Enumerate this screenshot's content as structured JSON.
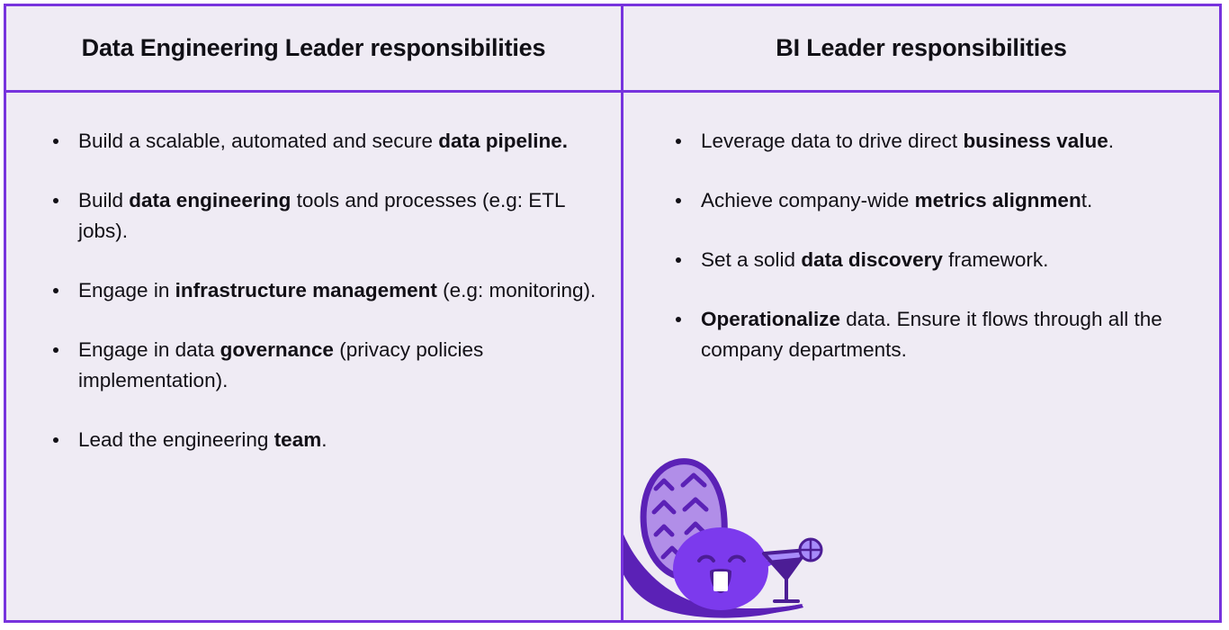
{
  "table": {
    "columns": [
      {
        "id": "data-engineering-leader",
        "header": "Data Engineering Leader responsibilities",
        "bullets": [
          {
            "id": "build-scalable-pipeline",
            "parts": [
              {
                "text": "Build a scalable, automated and secure ",
                "bold": false
              },
              {
                "text": "data pipeline.",
                "bold": true
              }
            ]
          },
          {
            "id": "build-de-tools",
            "parts": [
              {
                "text": "Build ",
                "bold": false
              },
              {
                "text": "data engineering",
                "bold": true
              },
              {
                "text": " tools and processes (e.g: ETL jobs).",
                "bold": false
              }
            ]
          },
          {
            "id": "infrastructure-management",
            "parts": [
              {
                "text": "Engage in ",
                "bold": false
              },
              {
                "text": "infrastructure management",
                "bold": true
              },
              {
                "text": " (e.g: monitoring).",
                "bold": false
              }
            ]
          },
          {
            "id": "data-governance",
            "parts": [
              {
                "text": "Engage in data ",
                "bold": false
              },
              {
                "text": "governance",
                "bold": true
              },
              {
                "text": " (privacy policies implementation).",
                "bold": false
              }
            ]
          },
          {
            "id": "lead-engineering-team",
            "parts": [
              {
                "text": "Lead the engineering ",
                "bold": false
              },
              {
                "text": "team",
                "bold": true
              },
              {
                "text": ".",
                "bold": false
              }
            ]
          }
        ]
      },
      {
        "id": "bi-leader",
        "header": "BI Leader responsibilities",
        "bullets": [
          {
            "id": "leverage-data-business-value",
            "parts": [
              {
                "text": "Leverage data to drive direct ",
                "bold": false
              },
              {
                "text": "business value",
                "bold": true
              },
              {
                "text": ".",
                "bold": false
              }
            ]
          },
          {
            "id": "metrics-alignment",
            "parts": [
              {
                "text": "Achieve company-wide ",
                "bold": false
              },
              {
                "text": "metrics alignmen",
                "bold": true
              },
              {
                "text": "t.",
                "bold": false
              }
            ]
          },
          {
            "id": "data-discovery-framework",
            "parts": [
              {
                "text": "Set a solid ",
                "bold": false
              },
              {
                "text": "data discovery",
                "bold": true
              },
              {
                "text": " framework.",
                "bold": false
              }
            ]
          },
          {
            "id": "operationalize-data",
            "parts": [
              {
                "text": "Operationalize",
                "bold": true
              },
              {
                "text": " data. Ensure it flows through all the company departments.",
                "bold": false
              }
            ]
          }
        ]
      }
    ]
  },
  "illustration": {
    "name": "snail-with-cocktail",
    "description": "Purple cartoon snail lounging with a martini cocktail glass",
    "colors": {
      "shell_fill": "#b18ee8",
      "shell_outline": "#5b21b6",
      "body_fill": "#7c3aed",
      "trail_dark": "#5b21b6",
      "glass_light": "#a78bfa",
      "glass_dark": "#4c1d95",
      "tooth_white": "#ffffff"
    }
  },
  "theme": {
    "border": "#7733dd",
    "cell_background": "#efebf4",
    "text": "#121016",
    "page_background": "#ffffff"
  }
}
